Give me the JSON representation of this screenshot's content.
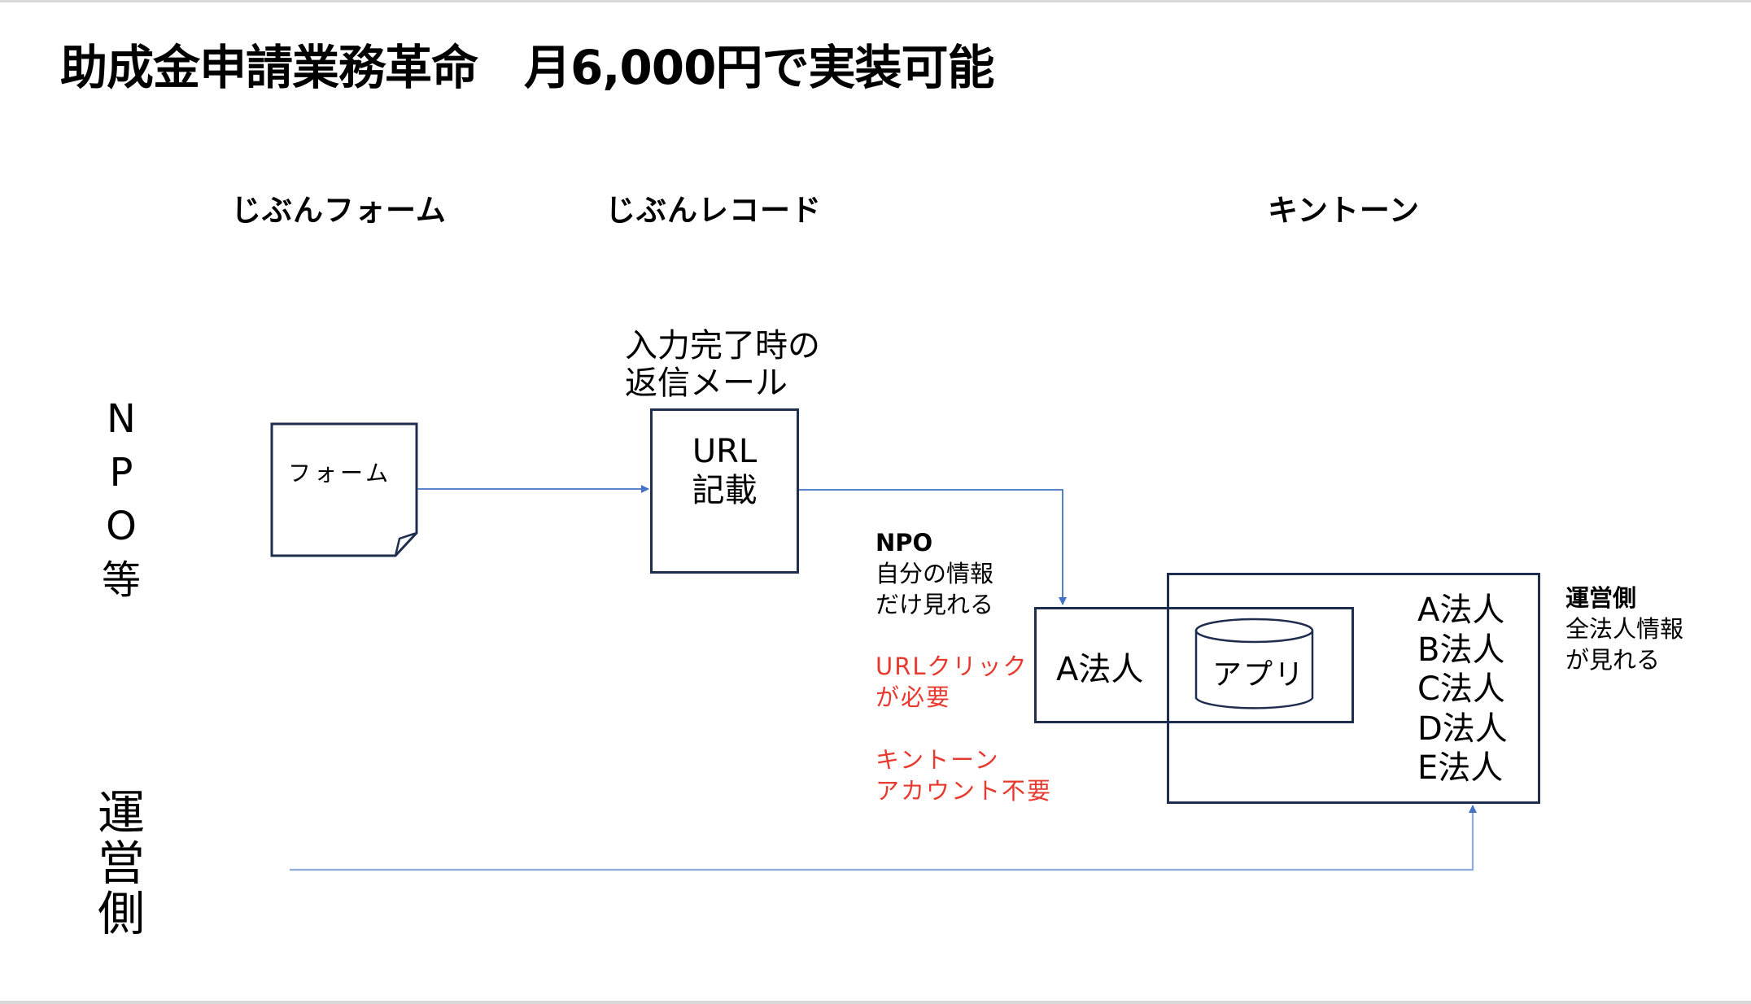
{
  "title": "助成金申請業務革命　月6,000円で実装可能",
  "columns": {
    "jibun_form": "じぶんフォーム",
    "jibun_record": "じぶんレコード",
    "kintone": "キントーン"
  },
  "rows": {
    "npo": [
      "N",
      "P",
      "O",
      "等"
    ],
    "operator": [
      "運",
      "営",
      "側"
    ]
  },
  "form_box": {
    "label": "フォーム"
  },
  "reply_mail": {
    "line1": "入力完了時の",
    "line2": "返信メール"
  },
  "url_box": {
    "line1": "URL",
    "line2": "記載"
  },
  "npo_note": {
    "heading": "NPO",
    "line1": "自分の情報",
    "line2": "だけ見れる",
    "red1_line1": "URLクリック",
    "red1_line2": "が必要",
    "red2_line1": "キントーン",
    "red2_line2": "アカウント不要"
  },
  "a_corp_box": {
    "label": "A法人"
  },
  "app_cylinder": {
    "label": "アプリ"
  },
  "corp_list": [
    "A法人",
    "B法人",
    "C法人",
    "D法人",
    "E法人"
  ],
  "operator_note": {
    "heading": "運営側",
    "line1": "全法人情報",
    "line2": "が見れる"
  },
  "colors": {
    "box_border": "#1f2d4e",
    "connector": "#4472c4",
    "connector_light": "#8faadc",
    "note_red": "#e8392f"
  }
}
